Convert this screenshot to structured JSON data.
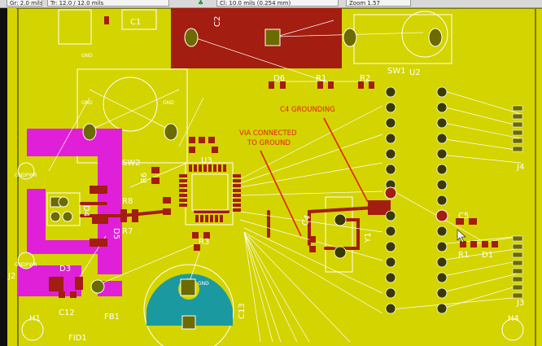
{
  "toolbar": {
    "grid_field": "Gr: 2.0 mils",
    "track_field": "Tr: 12.0 / 12.0 mils",
    "via_field": "Cl: 10.0 mils (0.254 mm)",
    "zoom_field": "Zoom 1.57"
  },
  "annotations": {
    "c4_grounding": "C4 GROUNDING",
    "via_line1": "VIA CONNECTED",
    "via_line2": "TO GROUND"
  },
  "refs": {
    "sw1": "SW1",
    "u2": "U2",
    "sw2": "SW2",
    "d6": "D6",
    "r1_top": "R1",
    "r2": "R2",
    "u3": "U3",
    "r8": "R8",
    "r7": "R7",
    "r3": "R3",
    "r6": "R6",
    "d3": "D3",
    "c12": "C12",
    "fb1": "FB1",
    "c13": "C13",
    "h1": "H1",
    "h4": "H4",
    "fid1": "FID1",
    "j2": "J2",
    "j4": "J4",
    "j3": "J3",
    "y1": "Y1",
    "c5": "C5",
    "r1_right": "R1",
    "d1": "D1",
    "c4": "C4",
    "c2": "C2",
    "c1": "C1",
    "d4": "D4",
    "d5": "D5"
  },
  "net_labels": {
    "gnd_a": "GND",
    "gnd_b": "GND",
    "gnd_c": "GND",
    "gnd_d": "GND",
    "gndpwr_a": "GNDPWR",
    "gndpwr_b": "GNDPWR"
  },
  "colors": {
    "copper_fill": "#d4d400",
    "front_copper": "#a31d10",
    "silkscreen_pink": "#e020d8",
    "ratsnest": "#ffffff",
    "annotation_red": "#e02010",
    "teal_fill": "#1a9aa0"
  }
}
